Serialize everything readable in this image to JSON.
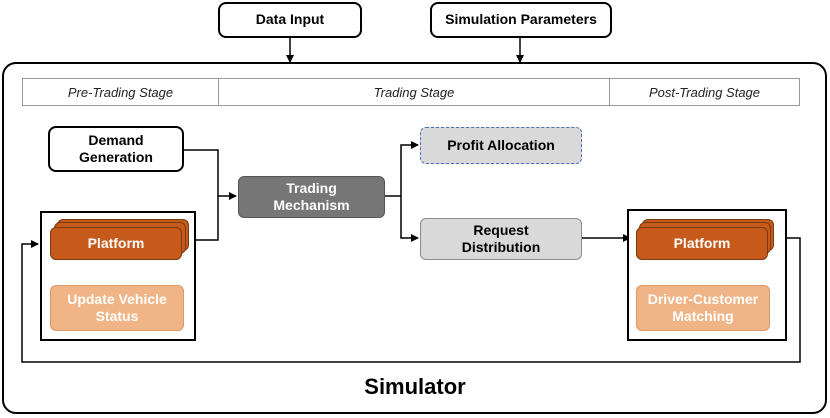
{
  "inputs": {
    "data_input": "Data Input",
    "simulation_parameters": "Simulation Parameters"
  },
  "stages": {
    "pre_trading": "Pre-Trading Stage",
    "trading": "Trading Stage",
    "post_trading": "Post-Trading Stage"
  },
  "nodes": {
    "demand_generation_line1": "Demand",
    "demand_generation_line2": "Generation",
    "trading_mechanism_line1": "Trading",
    "trading_mechanism_line2": "Mechanism",
    "profit_allocation": "Profit Allocation",
    "request_distribution_line1": "Request",
    "request_distribution_line2": "Distribution",
    "platform_left": "Platform",
    "update_vehicle_status_line1": "Update Vehicle",
    "update_vehicle_status_line2": "Status",
    "platform_right": "Platform",
    "driver_customer_matching_line1": "Driver-Customer",
    "driver_customer_matching_line2": "Matching"
  },
  "simulator_title": "Simulator",
  "colors": {
    "platform": "#c55a1a",
    "platform_light": "#f0b486",
    "grey_box": "#d9d9d9",
    "trading_box": "#767676",
    "dashed_border": "#4a6fb5"
  }
}
